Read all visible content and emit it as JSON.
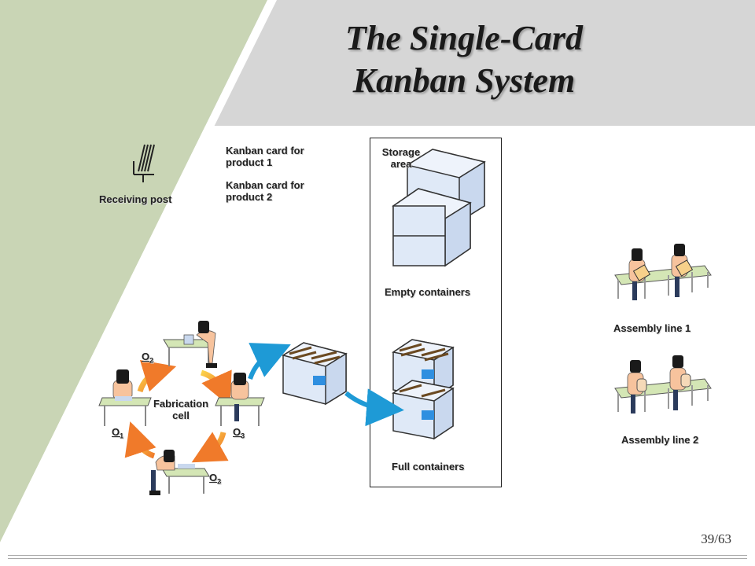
{
  "slide": {
    "title_line1": "The Single-Card",
    "title_line2": "Kanban System",
    "page_number": "39/63"
  },
  "labels": {
    "receiving_post": "Receiving post",
    "kanban_card_1_line1": "Kanban card for",
    "kanban_card_1_line2": "product 1",
    "kanban_card_2_line1": "Kanban card for",
    "kanban_card_2_line2": "product 2",
    "storage_area_line1": "Storage",
    "storage_area_line2": "area",
    "empty_containers": "Empty containers",
    "full_containers": "Full containers",
    "assembly_line_1": "Assembly line 1",
    "assembly_line_2": "Assembly line 2",
    "fabrication_cell_line1": "Fabrication",
    "fabrication_cell_line2": "cell"
  },
  "operators": [
    {
      "base": "O",
      "sub": "2"
    },
    {
      "base": "O",
      "sub": "1"
    },
    {
      "base": "O",
      "sub": "3"
    },
    {
      "base": "O",
      "sub": "2"
    }
  ],
  "colors": {
    "header_band": "#d6d6d6",
    "corner_triangle": "#c9d5b5",
    "arrow_blue": "#1e9ad6",
    "cycle_arrow_orange": "#f28b2c",
    "table_green": "#d4e6b5",
    "container_blue": "#dfe9f7",
    "card_slot_blue": "#2f8fe0",
    "skin": "#f7c39d"
  }
}
